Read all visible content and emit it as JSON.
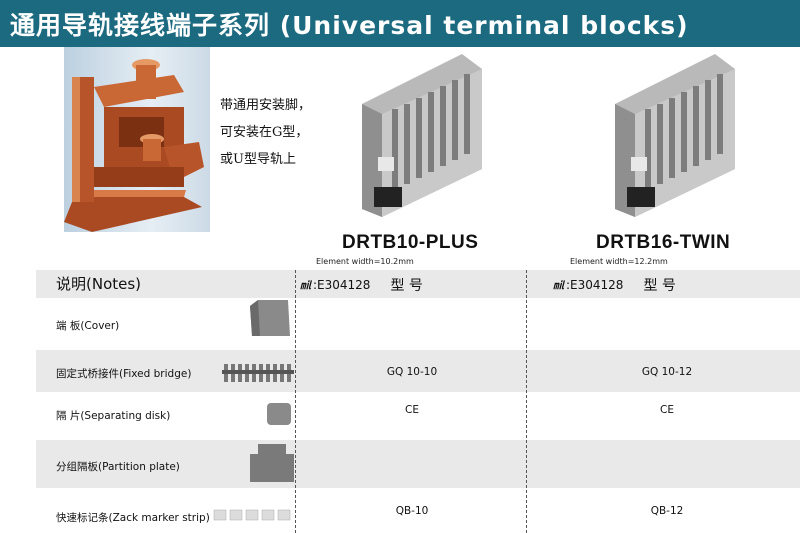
{
  "header": {
    "title": "通用导轨接线端子系列 (Universal terminal blocks)"
  },
  "mount_text": [
    "带通用安装脚，",
    "可安装在G型，",
    "或U型导轨上"
  ],
  "products": [
    {
      "model": "DRTB10-PLUS",
      "element_width": "Element width=10.2mm"
    },
    {
      "model": "DRTB16-TWIN",
      "element_width": "Element width=12.2mm"
    }
  ],
  "table": {
    "notes_label": "说明(Notes)",
    "cert_mark": "㏕",
    "cert_number": ":E304128",
    "model_label": "型 号",
    "rows": [
      {
        "label": "端 板(Cover)",
        "values": [
          "",
          ""
        ]
      },
      {
        "label": "固定式桥接件(Fixed bridge)",
        "values": [
          "GQ 10-10",
          "GQ 10-12"
        ]
      },
      {
        "label": "隔 片(Separating disk)",
        "values": [
          "CE",
          "CE"
        ]
      },
      {
        "label": "分组隔板(Partition plate)",
        "values": [
          "",
          ""
        ]
      },
      {
        "label": "快速标记条(Zack marker strip)",
        "values": [
          "QB-10",
          "QB-12"
        ]
      }
    ]
  },
  "colors": {
    "banner": "#1c6a80",
    "row_gray": "#e9e9e9",
    "copper": "#b8542a"
  }
}
